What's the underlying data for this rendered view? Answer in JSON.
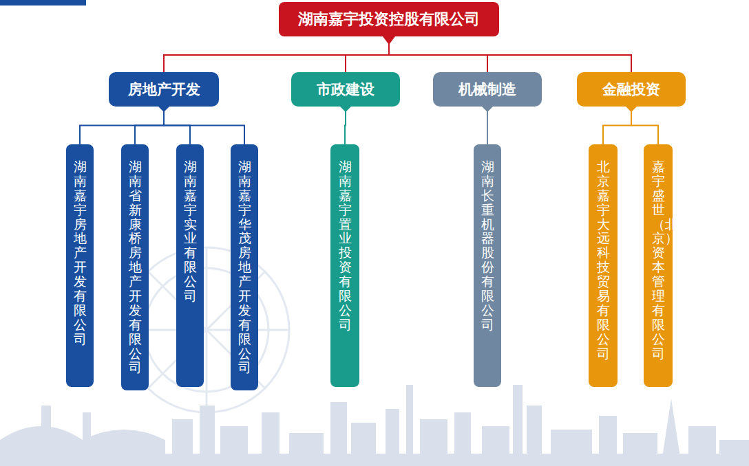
{
  "diagram": {
    "nodes": [
      {
        "text": [
          "湖南嘉宇投资控股有限公司"
        ]
      },
      {
        "text": [
          "房地产开发"
        ]
      },
      {
        "text": [
          "市政建设"
        ]
      },
      {
        "text": [
          "机械制造"
        ]
      },
      {
        "text": [
          "金融投资"
        ]
      },
      {
        "text": [
          "湖南嘉宇房地产开发有限公司"
        ]
      },
      {
        "text": [
          "湖南省新康桥房地产开发有限公司"
        ]
      },
      {
        "text": [
          "湖南嘉宇实业有限公司"
        ]
      },
      {
        "text": [
          "湖南嘉宇华茂房地产开发有限公司"
        ]
      },
      {
        "text": [
          "湖南嘉宇置业投资有限公司"
        ]
      },
      {
        "text": [
          "湖南长重机器股份有限公司"
        ]
      },
      {
        "text": [
          "北京嘉宇大远科技贸易有限公司"
        ]
      },
      {
        "text": [
          "嘉宇盛世（北京）资本管理有限公司"
        ]
      }
    ],
    "edges": [
      {
        "from": 0,
        "to": 1,
        "arrow": "none"
      },
      {
        "from": 0,
        "to": 2,
        "arrow": "none"
      },
      {
        "from": 0,
        "to": 3,
        "arrow": "none"
      },
      {
        "from": 0,
        "to": 4,
        "arrow": "none"
      },
      {
        "from": 1,
        "to": 5,
        "arrow": "none"
      },
      {
        "from": 1,
        "to": 6,
        "arrow": "none"
      },
      {
        "from": 1,
        "to": 7,
        "arrow": "none"
      },
      {
        "from": 1,
        "to": 8,
        "arrow": "none"
      },
      {
        "from": 2,
        "to": 9,
        "arrow": "none"
      },
      {
        "from": 3,
        "to": 10,
        "arrow": "none"
      },
      {
        "from": 4,
        "to": 11,
        "arrow": "none"
      },
      {
        "from": 4,
        "to": 12,
        "arrow": "none"
      }
    ]
  }
}
